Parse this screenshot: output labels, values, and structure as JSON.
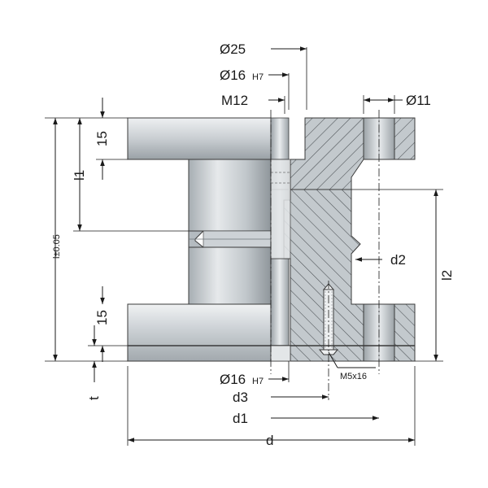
{
  "labels": {
    "d25": "Ø25",
    "d16_top": "Ø16",
    "d16_top_tol": "H7",
    "m12": "M12",
    "d11": "Ø11",
    "d2": "d2",
    "l2": "l2",
    "l1": "l1",
    "l_tol": "l±0.05",
    "t": "t",
    "fifteen_top": "15",
    "fifteen_bottom": "15",
    "d16_bottom": "Ø16",
    "d16_bottom_tol": "H7",
    "m5x16": "M5x16",
    "d3": "d3",
    "d1": "d1",
    "d": "d"
  },
  "colors": {
    "steel_light": "#dfe3e6",
    "steel_mid": "#b9c0c5",
    "steel_dark": "#8d959b",
    "hatch": "#4a4f53",
    "line": "#1a1a1a"
  }
}
